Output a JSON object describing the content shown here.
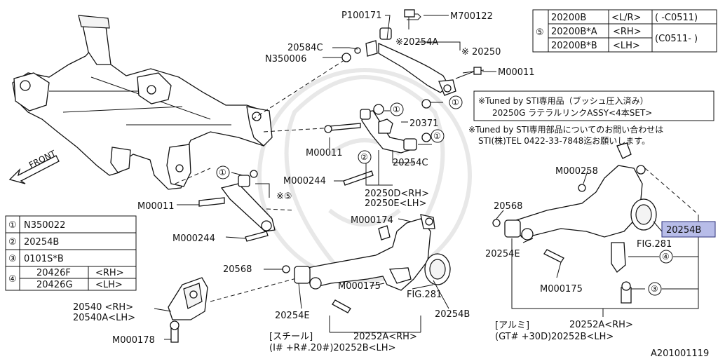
{
  "labels": {
    "p100171": "P100171",
    "m700122": "M700122",
    "p20584c": "20584C",
    "n350006": "N350006",
    "p20254a": "※20254A",
    "p20250": "※ 20250",
    "m00011_top": "M00011",
    "p20371": "20371",
    "m00011_mid": "M00011",
    "m000244_mid": "M000244",
    "p20254c": "20254C",
    "p20250d": "20250D<RH>",
    "p20250e": "20250E<LH>",
    "ref5": "※⑤",
    "m00011_left": "M00011",
    "m000244_left": "M000244",
    "front": "FRONT",
    "m000174": "M000174",
    "p20568_mid": "20568",
    "m000175_mid": "M000175",
    "fig281_mid": "FIG.281",
    "p20254e_mid": "20254E",
    "p20254b_mid": "20254B",
    "p20252a_mid": "20252A<RH>",
    "steel": "[スチール]",
    "steel_models": "(I# +R#.20#)20252B<LH>",
    "p20540": "20540 <RH>",
    "p20540a": "20540A<LH>",
    "m000178": "M000178",
    "m000258": "M000258",
    "p20568_right": "20568",
    "p20254e_right": "20254E",
    "m000175_right": "M000175",
    "fig281_right": "FIG.281",
    "p20254b_highlight": "20254B",
    "alum": "[アルミ]",
    "p20252a_right": "20252A<RH>",
    "alum_models": "(GT# +30D)20252B<LH>",
    "diagram_code": "A201001119",
    "callout1_a": "①",
    "callout1_b": "①",
    "callout1_c": "①",
    "callout1_d": "①",
    "callout2": "②",
    "callout4": "④",
    "callout3": "③"
  },
  "notes": {
    "tuned_line1": "※Tuned by STI専用品（ブッシュ圧入済み）",
    "tuned_line2": "20250G ラテラルリンクASSY<4本SET>",
    "inquiry_line1": "※Tuned by STI専用部品についてのお問い合わせは",
    "inquiry_line2": "STI(株)TEL 0422-33-7848迄お願いします。"
  },
  "ref5_table": {
    "index": "⑤",
    "rows": [
      {
        "part": "20200B",
        "side": "<L/R>",
        "range": "( -C0511)"
      },
      {
        "part": "20200B*A",
        "side": "<RH>",
        "range": "(C0511- )"
      },
      {
        "part": "20200B*B",
        "side": "<LH>",
        "range": ""
      }
    ]
  },
  "legend_table": {
    "rows": [
      {
        "index": "①",
        "part": "N350022",
        "side": ""
      },
      {
        "index": "②",
        "part": "20254B",
        "side": ""
      },
      {
        "index": "③",
        "part": "0101S*B",
        "side": ""
      },
      {
        "index": "④",
        "part": "20426F",
        "side": "<RH>"
      },
      {
        "index": "",
        "part": "20426G",
        "side": "<LH>"
      }
    ]
  }
}
